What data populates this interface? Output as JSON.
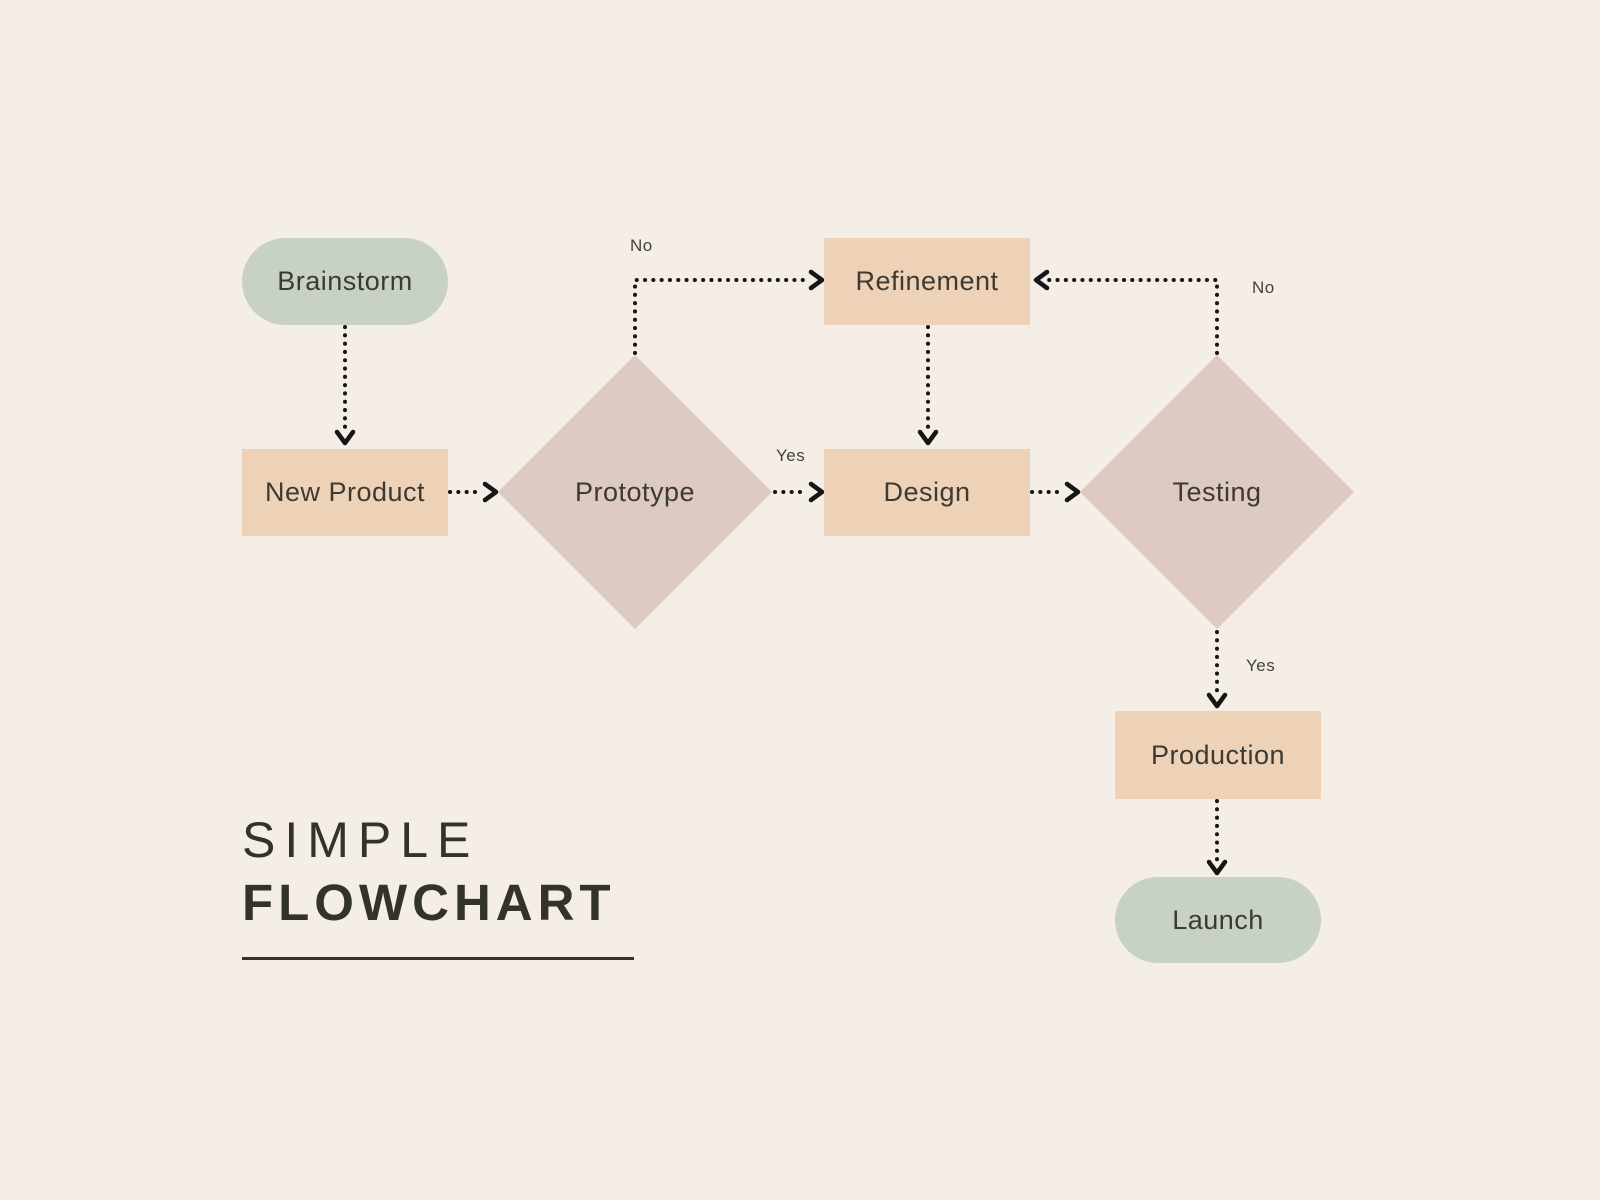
{
  "title": {
    "line1": "SIMPLE",
    "line2": "FLOWCHART"
  },
  "nodes": [
    {
      "id": "brainstorm",
      "label": "Brainstorm",
      "type": "terminator"
    },
    {
      "id": "new-product",
      "label": "New Product",
      "type": "process"
    },
    {
      "id": "prototype",
      "label": "Prototype",
      "type": "decision"
    },
    {
      "id": "refinement",
      "label": "Refinement",
      "type": "process"
    },
    {
      "id": "design",
      "label": "Design",
      "type": "process"
    },
    {
      "id": "testing",
      "label": "Testing",
      "type": "decision"
    },
    {
      "id": "production",
      "label": "Production",
      "type": "process"
    },
    {
      "id": "launch",
      "label": "Launch",
      "type": "terminator"
    }
  ],
  "edges": [
    {
      "from": "Brainstorm",
      "to": "New Product",
      "label": ""
    },
    {
      "from": "New Product",
      "to": "Prototype",
      "label": ""
    },
    {
      "from": "Prototype",
      "to": "Refinement",
      "label": "No"
    },
    {
      "from": "Prototype",
      "to": "Design",
      "label": "Yes"
    },
    {
      "from": "Refinement",
      "to": "Design",
      "label": ""
    },
    {
      "from": "Design",
      "to": "Testing",
      "label": ""
    },
    {
      "from": "Testing",
      "to": "Refinement",
      "label": "No"
    },
    {
      "from": "Testing",
      "to": "Production",
      "label": "Yes"
    },
    {
      "from": "Production",
      "to": "Launch",
      "label": ""
    }
  ],
  "colors": {
    "background": "#f4eee7",
    "terminator-fill": "#c7d1c6",
    "process-fill": "#eed2b7",
    "decision-fill": "#dccac3",
    "node-text": "#3d3a33",
    "edge-label-text": "#45423c",
    "connector": "#161616",
    "title-text": "#34322c"
  }
}
